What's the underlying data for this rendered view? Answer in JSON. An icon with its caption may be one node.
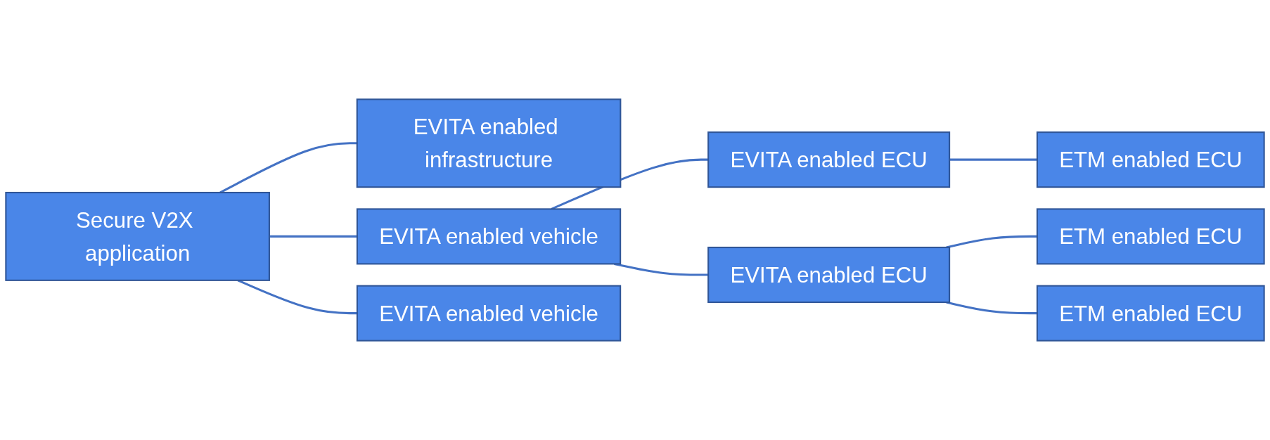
{
  "diagram": {
    "nodes": [
      {
        "text": [
          "Secure V2X application"
        ]
      },
      {
        "text": [
          "EVITA enabled infrastructure"
        ]
      },
      {
        "text": [
          "EVITA enabled vehicle"
        ]
      },
      {
        "text": [
          "EVITA enabled vehicle"
        ]
      },
      {
        "text": [
          "EVITA enabled ECU"
        ]
      },
      {
        "text": [
          "EVITA enabled ECU"
        ]
      },
      {
        "text": [
          "ETM enabled ECU"
        ]
      },
      {
        "text": [
          "ETM enabled ECU"
        ]
      },
      {
        "text": [
          "ETM enabled ECU"
        ]
      }
    ],
    "edges": [
      {
        "from": 0,
        "to": 1,
        "arrow": "none"
      },
      {
        "from": 0,
        "to": 2,
        "arrow": "none"
      },
      {
        "from": 0,
        "to": 3,
        "arrow": "none"
      },
      {
        "from": 2,
        "to": 4,
        "arrow": "none"
      },
      {
        "from": 2,
        "to": 5,
        "arrow": "none"
      },
      {
        "from": 4,
        "to": 6,
        "arrow": "none"
      },
      {
        "from": 5,
        "to": 7,
        "arrow": "none"
      },
      {
        "from": 5,
        "to": 8,
        "arrow": "none"
      }
    ]
  }
}
